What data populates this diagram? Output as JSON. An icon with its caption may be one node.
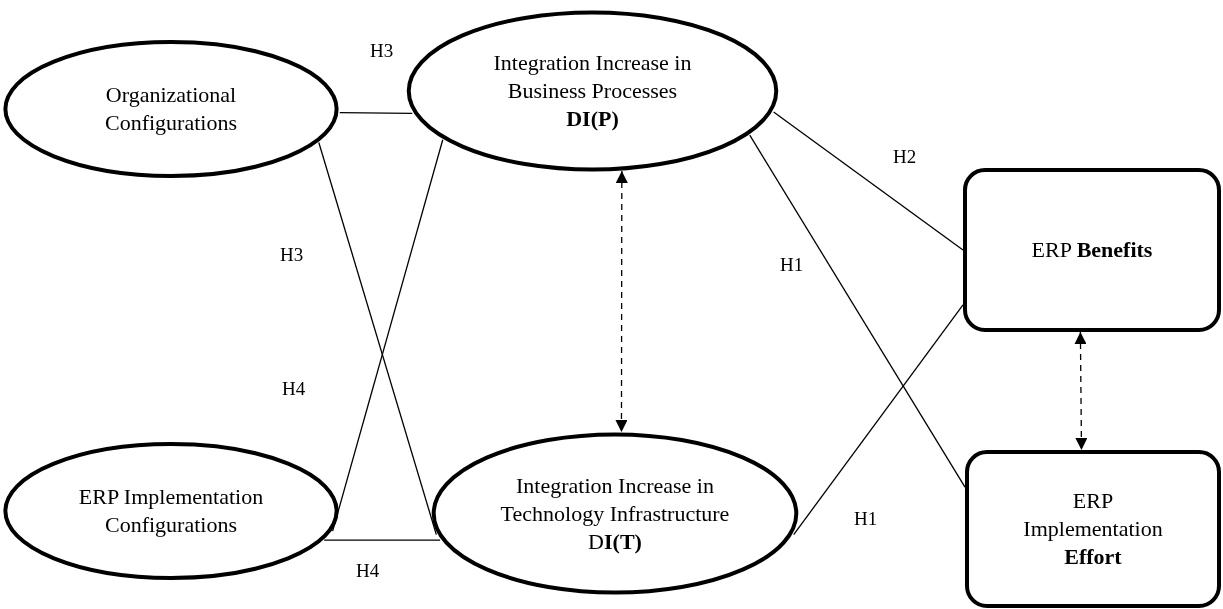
{
  "diagram": {
    "nodes": [
      {
        "text": [
          "Organizational Configurations"
        ]
      },
      {
        "text": [
          "Integration Increase in Business Processes",
          "**DI(P)**"
        ]
      },
      {
        "text": [
          "ERP **Benefits**"
        ]
      },
      {
        "text": [
          "ERP Implementation Configurations"
        ]
      },
      {
        "text": [
          "Integration Increase in Technology Infrastructure D**I(T)**"
        ]
      },
      {
        "text": [
          "ERP Implementation **Effort**"
        ]
      }
    ],
    "edges": [
      {
        "from": 0,
        "to": 1,
        "arrow": "none"
      },
      {
        "from": 0,
        "to": 4,
        "arrow": "none"
      },
      {
        "from": 3,
        "to": 1,
        "arrow": "none"
      },
      {
        "from": 3,
        "to": 4,
        "arrow": "none"
      },
      {
        "from": 1,
        "to": 2,
        "arrow": "none"
      },
      {
        "from": 1,
        "to": 5,
        "arrow": "none"
      },
      {
        "from": 4,
        "to": 2,
        "arrow": "none"
      },
      {
        "from": 1,
        "to": 4,
        "arrow": "both",
        "style": "dashed"
      },
      {
        "from": 2,
        "to": 5,
        "arrow": "both",
        "style": "dashed"
      }
    ],
    "labels": [
      "H3",
      "H2",
      "H3",
      "H1",
      "H4",
      "H1",
      "H4"
    ]
  }
}
